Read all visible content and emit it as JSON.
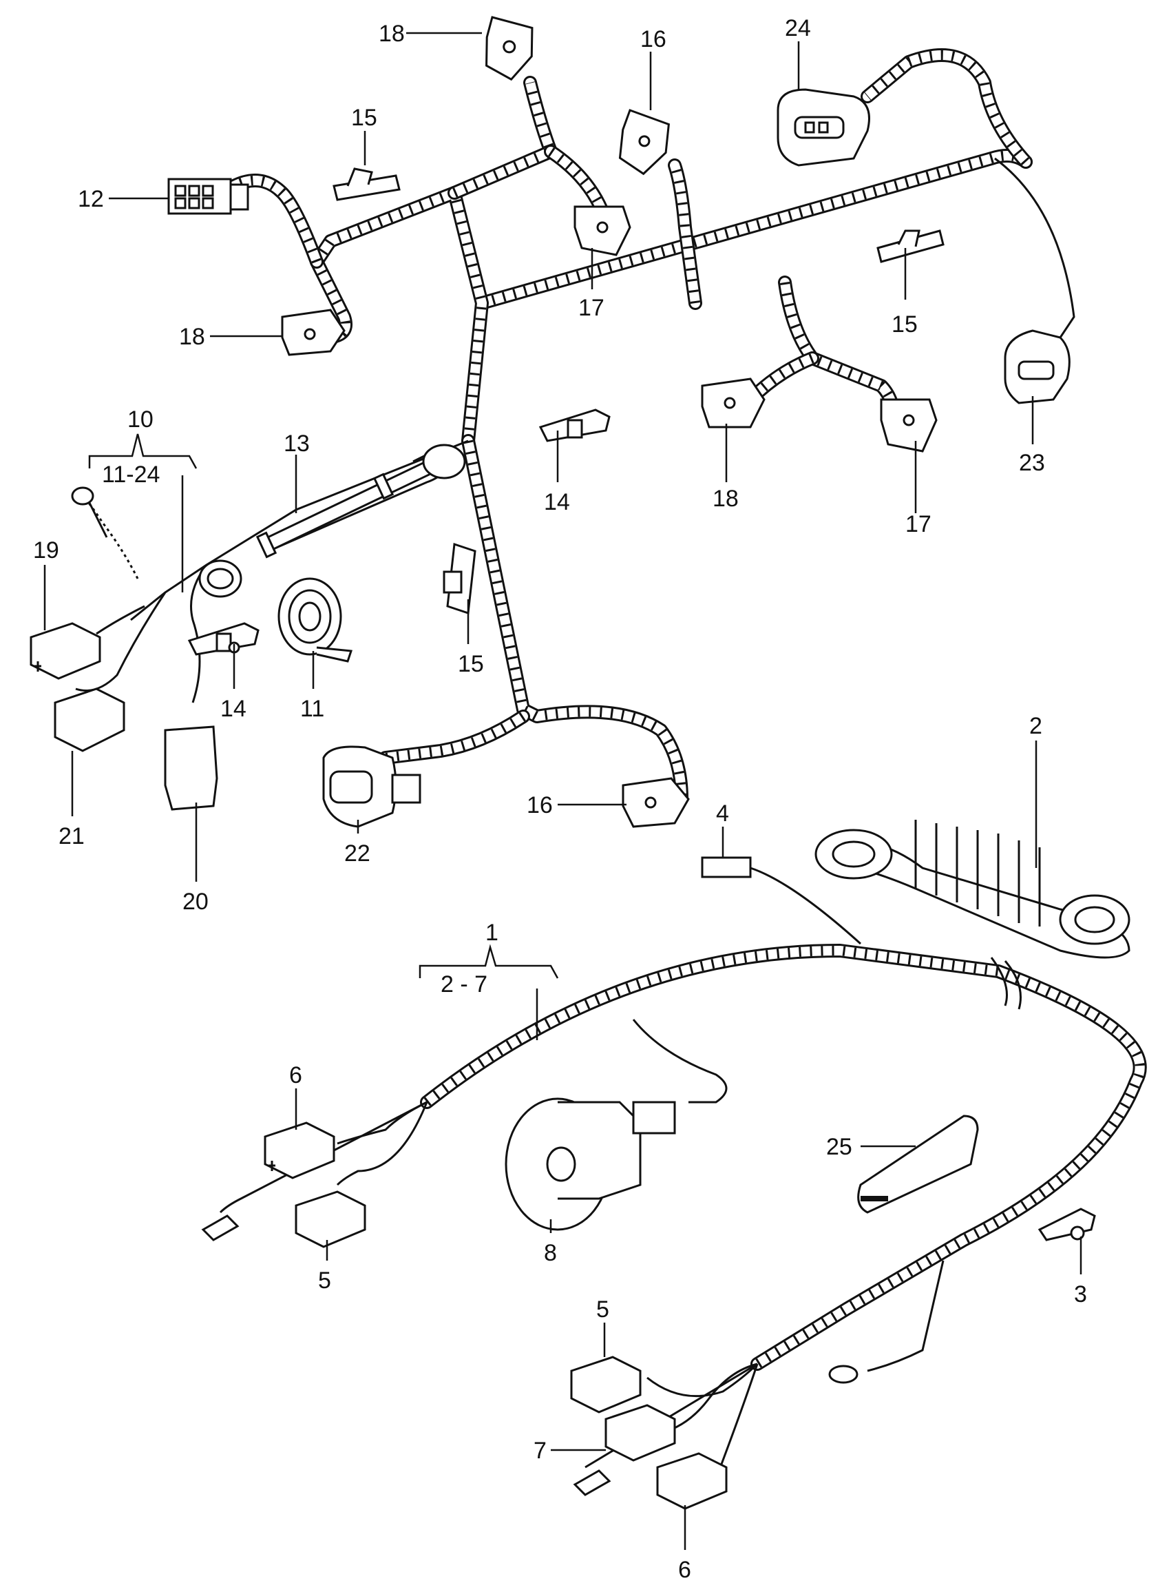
{
  "callouts": [
    {
      "text": "18"
    },
    {
      "text": "16"
    },
    {
      "text": "24"
    },
    {
      "text": "15"
    },
    {
      "text": "12"
    },
    {
      "text": "17"
    },
    {
      "text": "15"
    },
    {
      "text": "18"
    },
    {
      "text": "23"
    },
    {
      "text": "10"
    },
    {
      "text": "11-24"
    },
    {
      "text": "13"
    },
    {
      "text": "14"
    },
    {
      "text": "18"
    },
    {
      "text": "17"
    },
    {
      "text": "19"
    },
    {
      "text": "15"
    },
    {
      "text": "14"
    },
    {
      "text": "11"
    },
    {
      "text": "2"
    },
    {
      "text": "21"
    },
    {
      "text": "20"
    },
    {
      "text": "16"
    },
    {
      "text": "22"
    },
    {
      "text": "4"
    },
    {
      "text": "1"
    },
    {
      "text": "2 - 7"
    },
    {
      "text": "6"
    },
    {
      "text": "25"
    },
    {
      "text": "5"
    },
    {
      "text": "8"
    },
    {
      "text": "3"
    },
    {
      "text": "5"
    },
    {
      "text": "7"
    },
    {
      "text": "6"
    }
  ]
}
